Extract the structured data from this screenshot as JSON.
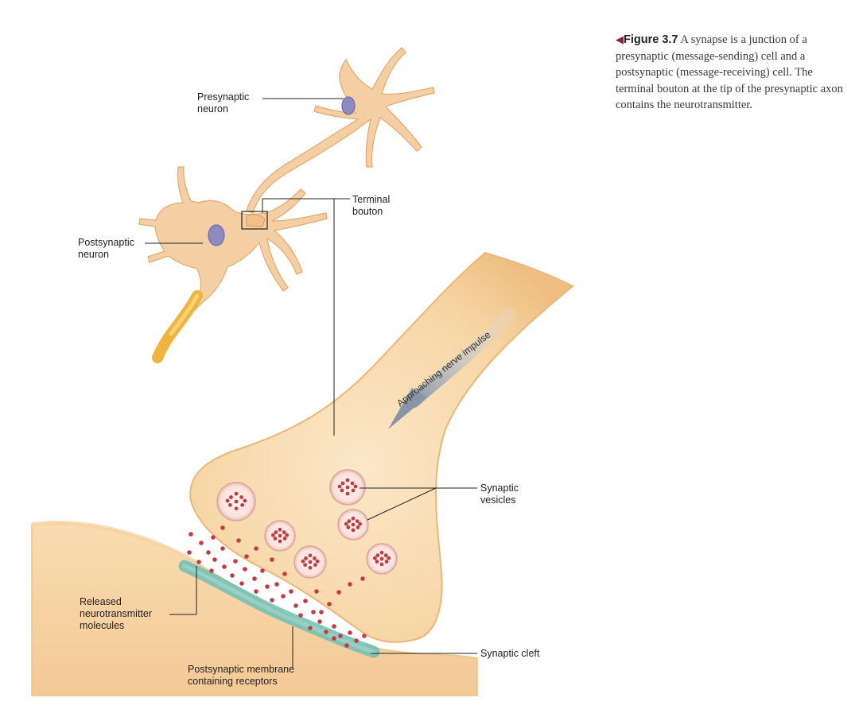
{
  "caption": {
    "arrow_icon": "left-pointing-triangle",
    "figure_label": "Figure 3.7",
    "text": "A synapse is a junction of a presynaptic (message-sending) cell and a postsynaptic (message-receiving) cell. The terminal bouton at the tip of the presynaptic axon contains the neurotransmitter."
  },
  "labels": {
    "presynaptic_neuron": "Presynaptic\nneuron",
    "postsynaptic_neuron": "Postsynaptic\nneuron",
    "terminal_bouton": "Terminal\nbouton",
    "approaching_impulse": "Approaching nerve impulse",
    "synaptic_vesicles": "Synaptic\nvesicles",
    "released_neurotransmitter": "Released\nneurotransmitter\nmolecules",
    "postsynaptic_membrane": "Postsynaptic membrane\ncontaining receptors",
    "synaptic_cleft": "Synaptic cleft"
  },
  "colors": {
    "cell_fill": "#f6d9aa",
    "cell_edge": "#e7b775",
    "nucleus": "#8e8bc2",
    "receptor_band": "#6fbfb3",
    "molecule": "#c73a45",
    "myelin": "#f0b43c",
    "caption_arrow": "#8b1f4c"
  }
}
